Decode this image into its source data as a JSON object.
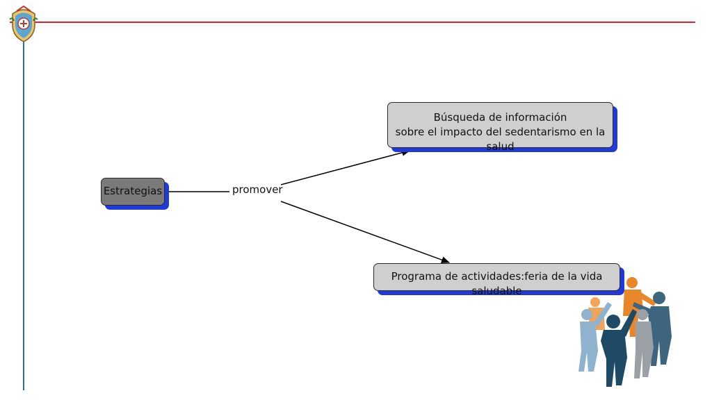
{
  "diagram": {
    "nodes": {
      "estrategias": "Estrategias",
      "busqueda_line1": "Búsqueda de información",
      "busqueda_line2": "sobre el impacto del sedentarismo en la salud",
      "programa": "Programa de actividades:feria de la vida saludable"
    },
    "link_label": "promover"
  },
  "colors": {
    "top_rule": "#e0232a",
    "side_rule": "#2c6db6",
    "node_shadow": "#1f3ad8",
    "node_dark": "#7a7a7a",
    "node_light": "#cfcfcf"
  },
  "icons": [
    "institution-crest-icon",
    "people-group-illustration"
  ]
}
